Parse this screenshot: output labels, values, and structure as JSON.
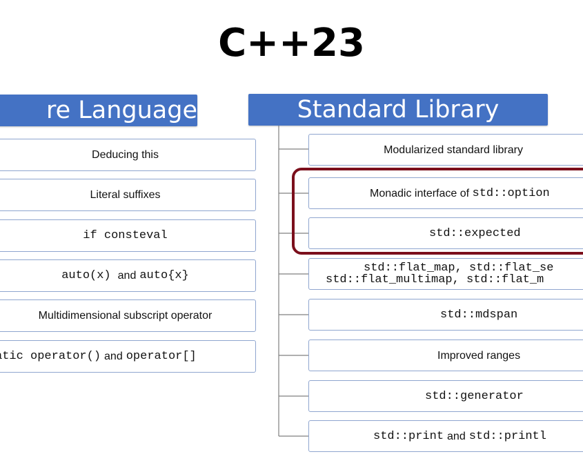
{
  "title": "C++23",
  "core": {
    "header": "re Language",
    "items": [
      {
        "parts": [
          {
            "t": "Deducing this",
            "code": false
          }
        ]
      },
      {
        "parts": [
          {
            "t": "Literal suffixes",
            "code": false
          }
        ]
      },
      {
        "parts": [
          {
            "t": "if consteval",
            "code": true
          }
        ]
      },
      {
        "parts": [
          {
            "t": "auto(x)",
            "code": true
          },
          {
            "t": "and",
            "code": false
          },
          {
            "t": "auto{x}",
            "code": true
          }
        ]
      },
      {
        "parts": [
          {
            "t": "Multidimensional subscript operator",
            "code": false
          }
        ]
      },
      {
        "parts": [
          {
            "t": "atic operator()",
            "code": true
          },
          {
            "t": "and",
            "code": false
          },
          {
            "t": "operator[]",
            "code": true
          }
        ]
      }
    ]
  },
  "library": {
    "header": "Standard Library",
    "items": [
      {
        "line1": "Modularized standard library",
        "line1_code": false
      },
      {
        "line1": "Monadic interface of ",
        "line1_code": false,
        "line1_tail": "std::option"
      },
      {
        "line1": "std::expected",
        "line1_code": true
      },
      {
        "line1": "std::flat_map, std::flat_se",
        "line1_code": true,
        "line2": "std::flat_multimap, std::flat_m"
      },
      {
        "line1": "std::mdspan",
        "line1_code": true
      },
      {
        "line1": "Improved ranges",
        "line1_code": false
      },
      {
        "line1": "std::generator",
        "line1_code": true
      },
      {
        "line1": "std::print",
        "line1_code": true,
        "mid": "and",
        "line1_tail": "std::printl"
      }
    ]
  },
  "colors": {
    "header": "#4472c4",
    "box_border": "#8ea5cf",
    "highlight": "#7b0f1c",
    "connector": "#7f7f7f"
  }
}
